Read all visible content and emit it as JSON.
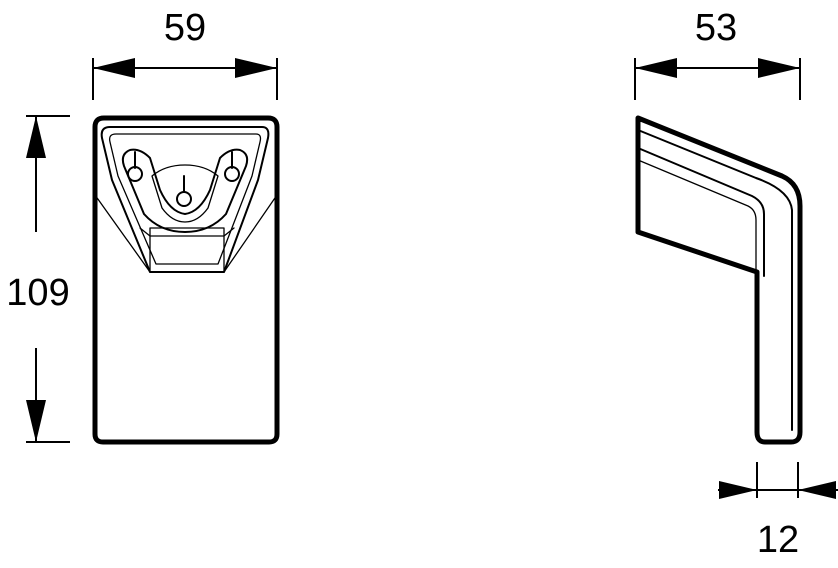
{
  "dimensions": {
    "front_width": "59",
    "front_height": "109",
    "side_depth": "53",
    "side_thickness": "12"
  }
}
